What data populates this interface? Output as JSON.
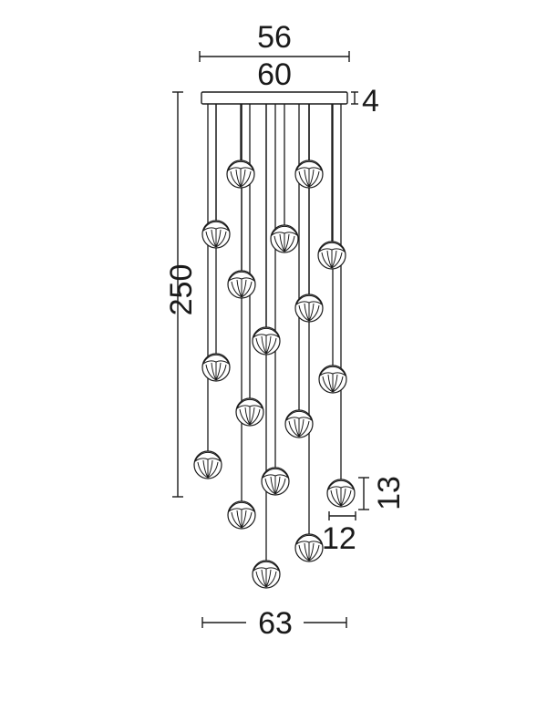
{
  "dimensions": {
    "canopy_inner_width": "56",
    "canopy_outer_width": "60",
    "canopy_height": "4",
    "total_height": "250",
    "pendant_height": "13",
    "pendant_width": "12",
    "total_width": "63"
  },
  "pendant_count": 18
}
